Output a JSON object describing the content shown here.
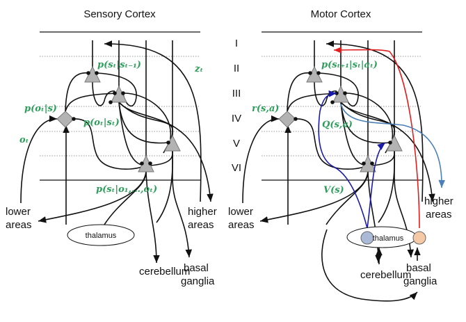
{
  "titles": {
    "sensory": "Sensory Cortex",
    "motor": "Motor Cortex"
  },
  "layers": [
    "I",
    "II",
    "III",
    "IV",
    "V",
    "VI"
  ],
  "sensory": {
    "labels": {
      "p_st_st1": "p(sₜ|sₜ₋₁)",
      "zt": "zₜ",
      "p_ot_s": "p(oₜ|s)",
      "p_ot_st": "p(oₜ|sₜ)",
      "ot": "oₜ",
      "p_st_o": "p(sₜ|o₁,…,oₜ)"
    },
    "targets": {
      "lower1": "lower",
      "lower2": "areas",
      "higher1": "higher",
      "higher2": "areas",
      "thalamus": "thalamus",
      "cerebellum": "cerebellum",
      "basal1": "basal",
      "basal2": "ganglia"
    }
  },
  "motor": {
    "labels": {
      "p_trans": "p(sₜ₊₁|sₜ|aₜ)",
      "r": "r(s,a)",
      "q": "Q(s,a)",
      "v": "V(s)"
    },
    "targets": {
      "lower1": "lower",
      "lower2": "areas",
      "higher1": "higher",
      "higher2": "areas",
      "thalamus": "thalamus",
      "cerebellum": "cerebellum",
      "basal1": "basal",
      "basal2": "ganglia"
    }
  },
  "colors": {
    "label_green": "#2e9e5b",
    "red_pathway": "#e02020",
    "blue_pathway": "#1a1aa8",
    "steel_blue_pathway": "#4a7fb8",
    "thalamus_blue_node": "#a9b9d6",
    "thalamus_orange_node": "#f6c9a6",
    "neuron_fill": "#b3b3b3"
  }
}
